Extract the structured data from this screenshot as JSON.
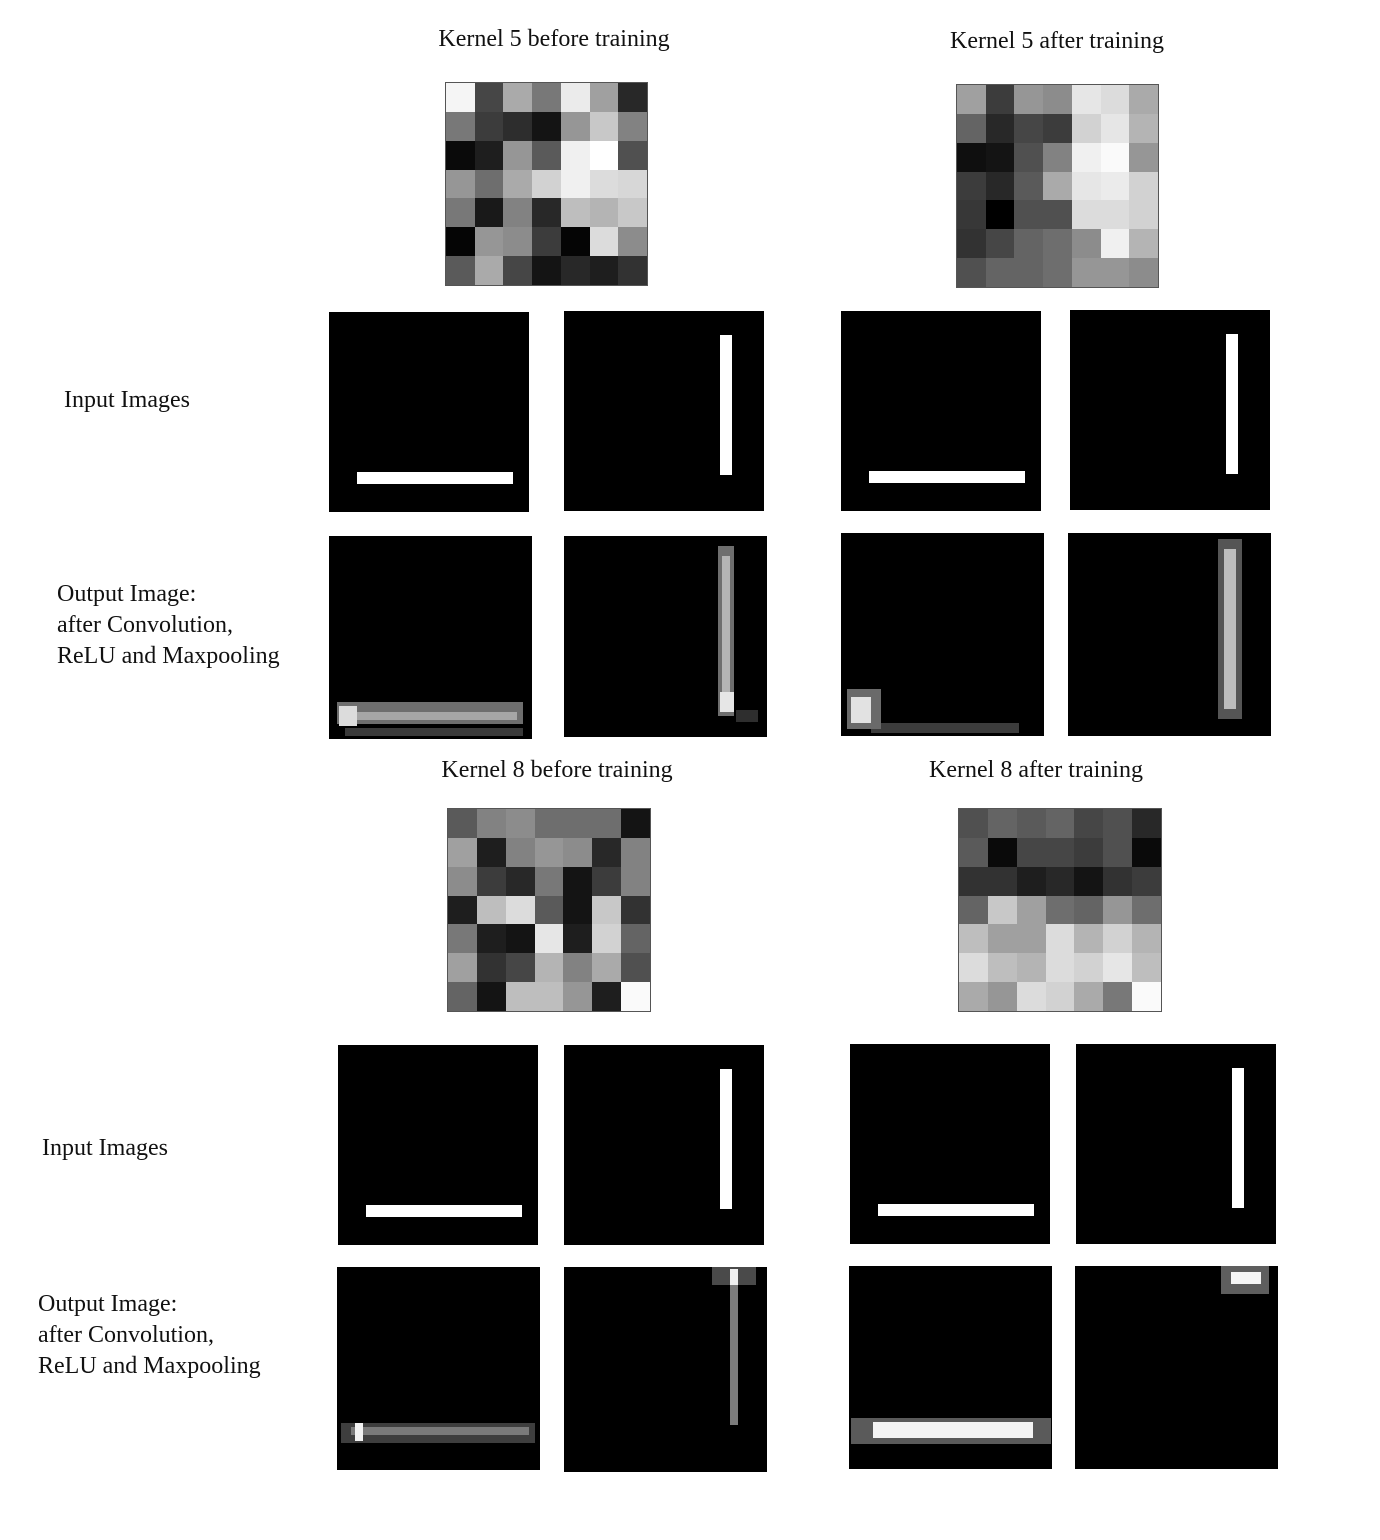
{
  "titles": {
    "k5_before": "Kernel 5 before training",
    "k5_after": "Kernel 5 after training",
    "k8_before": "Kernel 8 before training",
    "k8_after": "Kernel 8 after training"
  },
  "row_labels": {
    "input_1": "Input Images",
    "output_1": "Output Image:\nafter Convolution,\nReLU and Maxpooling",
    "input_2": "Input Images",
    "output_2": "Output Image:\nafter Convolution,\nReLU and Maxpooling"
  },
  "kernels": {
    "k5_before": [
      [
        245,
        70,
        170,
        120,
        235,
        160,
        40
      ],
      [
        120,
        60,
        45,
        20,
        150,
        200,
        130
      ],
      [
        10,
        30,
        150,
        90,
        240,
        255,
        80
      ],
      [
        150,
        110,
        170,
        210,
        240,
        220,
        215
      ],
      [
        120,
        25,
        130,
        40,
        190,
        180,
        200
      ],
      [
        5,
        150,
        140,
        60,
        5,
        220,
        140
      ],
      [
        90,
        170,
        70,
        20,
        40,
        30,
        50
      ]
    ],
    "k5_after": [
      [
        160,
        60,
        150,
        140,
        230,
        220,
        170
      ],
      [
        100,
        40,
        70,
        60,
        210,
        230,
        180
      ],
      [
        15,
        20,
        80,
        130,
        240,
        250,
        150
      ],
      [
        60,
        40,
        90,
        170,
        230,
        235,
        210
      ],
      [
        55,
        0,
        80,
        80,
        220,
        220,
        210
      ],
      [
        50,
        70,
        100,
        110,
        140,
        240,
        180
      ],
      [
        80,
        100,
        100,
        110,
        150,
        150,
        140
      ]
    ],
    "k8_before": [
      [
        90,
        130,
        140,
        110,
        110,
        110,
        20
      ],
      [
        160,
        30,
        130,
        150,
        140,
        40,
        130
      ],
      [
        140,
        60,
        40,
        120,
        20,
        60,
        130
      ],
      [
        30,
        190,
        220,
        90,
        20,
        200,
        50
      ],
      [
        120,
        30,
        20,
        230,
        30,
        210,
        100
      ],
      [
        160,
        50,
        70,
        180,
        130,
        170,
        80
      ],
      [
        100,
        20,
        190,
        190,
        150,
        30,
        250
      ]
    ],
    "k8_after": [
      [
        80,
        100,
        90,
        100,
        70,
        80,
        40
      ],
      [
        90,
        10,
        70,
        70,
        60,
        80,
        10
      ],
      [
        50,
        50,
        30,
        40,
        20,
        50,
        60
      ],
      [
        100,
        200,
        160,
        110,
        100,
        150,
        110
      ],
      [
        190,
        160,
        160,
        220,
        180,
        210,
        180
      ],
      [
        220,
        190,
        180,
        220,
        210,
        230,
        190
      ],
      [
        170,
        150,
        220,
        210,
        170,
        120,
        250
      ]
    ]
  }
}
